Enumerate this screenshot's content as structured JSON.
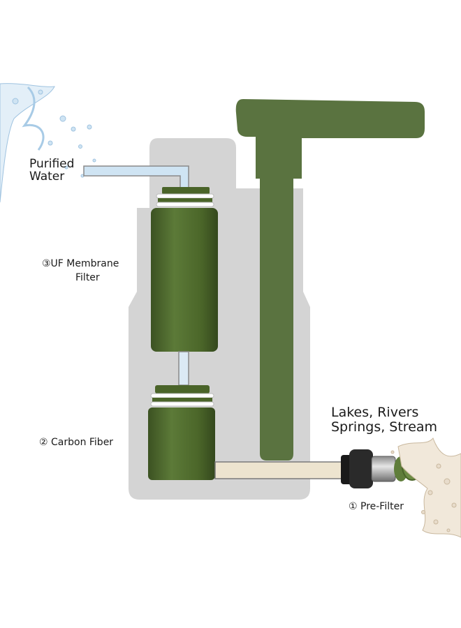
{
  "labels": {
    "purified_line1": "Purified",
    "purified_line2": "Water",
    "uf_line1": "③UF Membrane",
    "uf_line2": "Filter",
    "carbon": "② Carbon Fiber",
    "source_line1": "Lakes, Rivers",
    "source_line2": "Springs, Stream",
    "prefilter": "① Pre-Filter"
  },
  "colors": {
    "filter_green": "#4f6b2e",
    "filter_green_dark": "#3e5524",
    "handle_green": "#5a7340",
    "body_gray": "#d4d4d4",
    "tube_tan": "#ede4cf",
    "water_blue": "#cfe4f3"
  }
}
